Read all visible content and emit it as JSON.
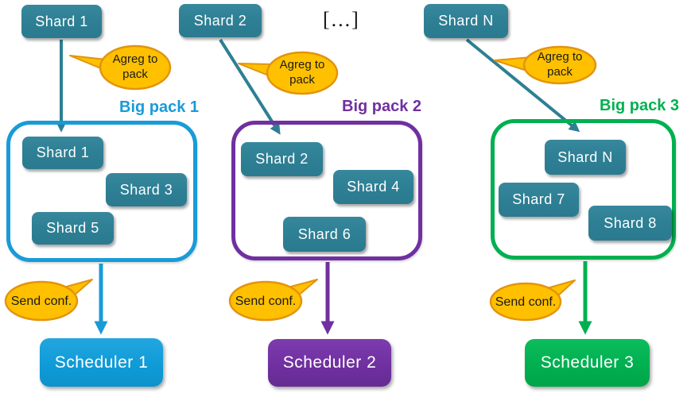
{
  "diagram": {
    "ellipsis_label": "[...]",
    "columns": [
      {
        "top_shard": "Shard 1",
        "agreg_label": "Agreg to pack",
        "pack_label": "Big pack 1",
        "pack_shards": [
          "Shard 1",
          "Shard 3",
          "Shard 5"
        ],
        "send_label": "Send conf.",
        "scheduler_label": "Scheduler 1",
        "accent_color": "#199bd8"
      },
      {
        "top_shard": "Shard 2",
        "agreg_label": "Agreg to pack",
        "pack_label": "Big pack 2",
        "pack_shards": [
          "Shard 2",
          "Shard 4",
          "Shard 6"
        ],
        "send_label": "Send conf.",
        "scheduler_label": "Scheduler 2",
        "accent_color": "#7030a0"
      },
      {
        "top_shard": "Shard N",
        "agreg_label": "Agreg to pack",
        "pack_label": "Big pack 3",
        "pack_shards": [
          "Shard N",
          "Shard 7",
          "Shard 8"
        ],
        "send_label": "Send conf.",
        "scheduler_label": "Scheduler 3",
        "accent_color": "#00b050"
      }
    ],
    "colors": {
      "shard_fill": "#2e8095",
      "teal_arrow": "#2e7f94",
      "bubble_fill": "#ffc000",
      "bubble_border": "#e2940e",
      "pack1_blue": "#199bd8",
      "pack2_purple": "#7030a0",
      "pack3_green": "#00b050",
      "background": "#ffffff"
    }
  }
}
